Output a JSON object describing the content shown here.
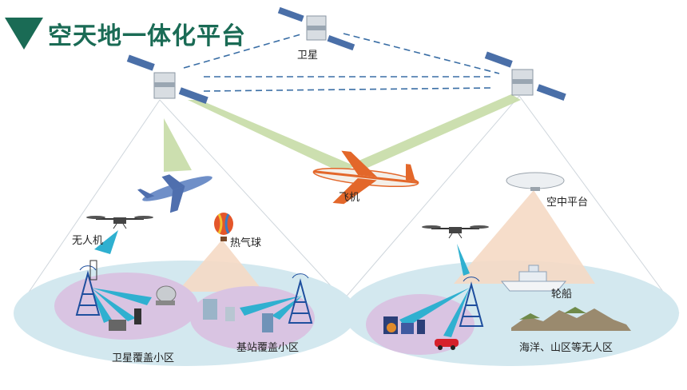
{
  "title": "空天地一体化平台",
  "labels": {
    "satellite": "卫星",
    "aircraft": "飞机",
    "drone": "无人机",
    "hot_air_balloon": "热气球",
    "aerial_platform": "空中平台",
    "ship": "轮船",
    "satellite_coverage_cell": "卫星覆盖小区",
    "base_station_coverage_cell": "基站覆盖小区",
    "unmanned_areas": "海洋、山区等无人区"
  },
  "colors": {
    "title": "#1a6b55",
    "ground_ellipse": "#d3e8ef",
    "cell": "#d9c4e2",
    "beam_green": "#c7dca6",
    "beam_blue": "#2fb0d0",
    "beam_peach": "#f5d9c4",
    "link_dash": "#3a6ea5"
  },
  "icons": [
    "satellite-icon",
    "airplane-icon",
    "drone-icon",
    "hot-air-balloon-icon",
    "airship-icon",
    "ship-icon",
    "tower-icon",
    "car-icon"
  ]
}
